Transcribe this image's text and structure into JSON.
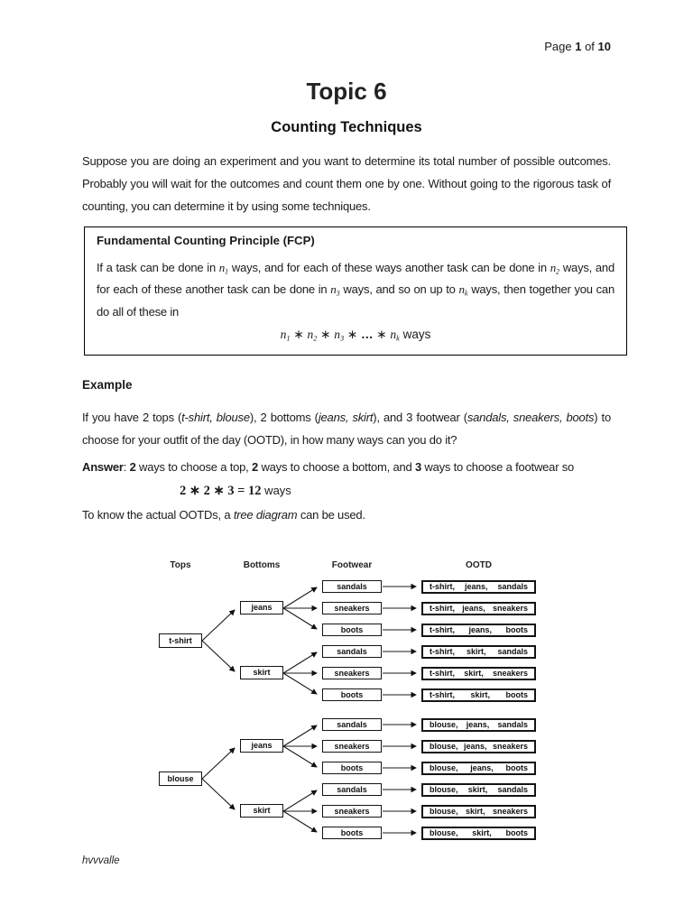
{
  "page_meta": {
    "label_prefix": "Page",
    "page_number": "1",
    "of_label": "of",
    "page_total": "10",
    "footer_author": "hvvvalle"
  },
  "title": "Topic 6",
  "subtitle": "Counting Techniques",
  "intro": "Suppose you are doing an experiment and you want to determine its total number of possible outcomes. Probably you will wait for the outcomes and count them one by one. Without going to the rigorous task of counting, you can determine it by using some techniques.",
  "fcp": {
    "heading": "Fundamental Counting Principle (FCP)",
    "body": {
      "p1": "If a task can be done in ",
      "p2": " ways, and for each of these ways another task can be done in ",
      "p3": "  ways, and for each of these another task can be done in ",
      "p4": " ways, and so on up to ",
      "p5": " ways, then together you can do all of these in"
    },
    "vars": [
      {
        "base": "n",
        "sub": "1"
      },
      {
        "base": "n",
        "sub": "2"
      },
      {
        "base": "n",
        "sub": "3"
      },
      {
        "base": "n",
        "sub": "k"
      }
    ],
    "formula": {
      "op": "∗",
      "ellipsis": "…",
      "suffix": "ways"
    }
  },
  "example": {
    "heading": "Example",
    "p": {
      "t1": "If you have 2 tops (",
      "i1": "t-shirt, blouse",
      "t2": "), 2 bottoms (",
      "i2": "jeans, skirt",
      "t3": "), and 3 footwear (",
      "i3": "sandals, sneakers, boots",
      "t4": ") to choose for your outfit of the day (OOTD), in how many ways can you do it?"
    }
  },
  "answer": {
    "label": "Answer",
    "colon": ":  ",
    "n1": "2",
    "t1": " ways to choose a top, ",
    "n2": "2",
    "t2": " ways to choose a bottom, and ",
    "n3": "3",
    "t3": " ways to choose a footwear so",
    "formula": "2 ∗ 2 ∗ 3 = 12",
    "formula_suffix": " ways"
  },
  "note": {
    "t1": "To know the actual OOTDs, a ",
    "i1": "tree diagram",
    "t2": " can be used."
  },
  "tree": {
    "headers": [
      "Tops",
      "Bottoms",
      "Footwear",
      "OOTD"
    ],
    "tops": [
      "t-shirt",
      "blouse"
    ],
    "bottoms": [
      "jeans",
      "skirt"
    ],
    "footwear": [
      "sandals",
      "sneakers",
      "boots"
    ],
    "ootd": [
      [
        "t-shirt,",
        "jeans,",
        "sandals"
      ],
      [
        "t-shirt,",
        "jeans,",
        "sneakers"
      ],
      [
        "t-shirt,",
        "jeans,",
        "boots"
      ],
      [
        "t-shirt,",
        "skirt,",
        "sandals"
      ],
      [
        "t-shirt,",
        "skirt,",
        "sneakers"
      ],
      [
        "t-shirt,",
        "skirt,",
        "boots"
      ],
      [
        "blouse,",
        "jeans,",
        "sandals"
      ],
      [
        "blouse,",
        "jeans,",
        "sneakers"
      ],
      [
        "blouse,",
        "jeans,",
        "boots"
      ],
      [
        "blouse,",
        "skirt,",
        "sandals"
      ],
      [
        "blouse,",
        "skirt,",
        "sneakers"
      ],
      [
        "blouse,",
        "skirt,",
        "boots"
      ]
    ]
  }
}
